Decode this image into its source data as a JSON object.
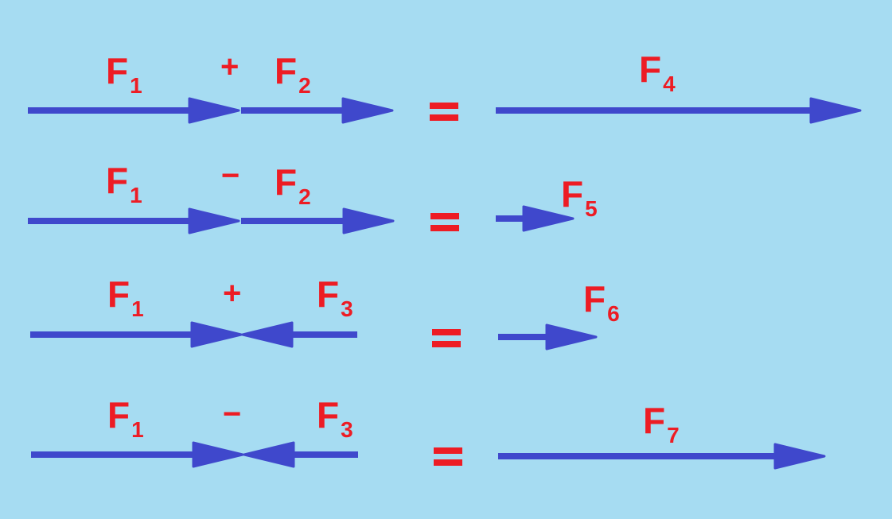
{
  "rows": [
    {
      "a": {
        "main": "F",
        "sub": "1"
      },
      "op": "+",
      "b": {
        "main": "F",
        "sub": "2"
      },
      "r": {
        "main": "F",
        "sub": "4"
      }
    },
    {
      "a": {
        "main": "F",
        "sub": "1"
      },
      "op": "−",
      "b": {
        "main": "F",
        "sub": "2"
      },
      "r": {
        "main": "F",
        "sub": "5"
      }
    },
    {
      "a": {
        "main": "F",
        "sub": "1"
      },
      "op": "+",
      "b": {
        "main": "F",
        "sub": "3"
      },
      "r": {
        "main": "F",
        "sub": "6"
      }
    },
    {
      "a": {
        "main": "F",
        "sub": "1"
      },
      "op": "−",
      "b": {
        "main": "F",
        "sub": "3"
      },
      "r": {
        "main": "F",
        "sub": "7"
      }
    }
  ],
  "colors": {
    "background": "#a6dcf2",
    "arrow": "#3f48cc",
    "text": "#ed1c24"
  }
}
